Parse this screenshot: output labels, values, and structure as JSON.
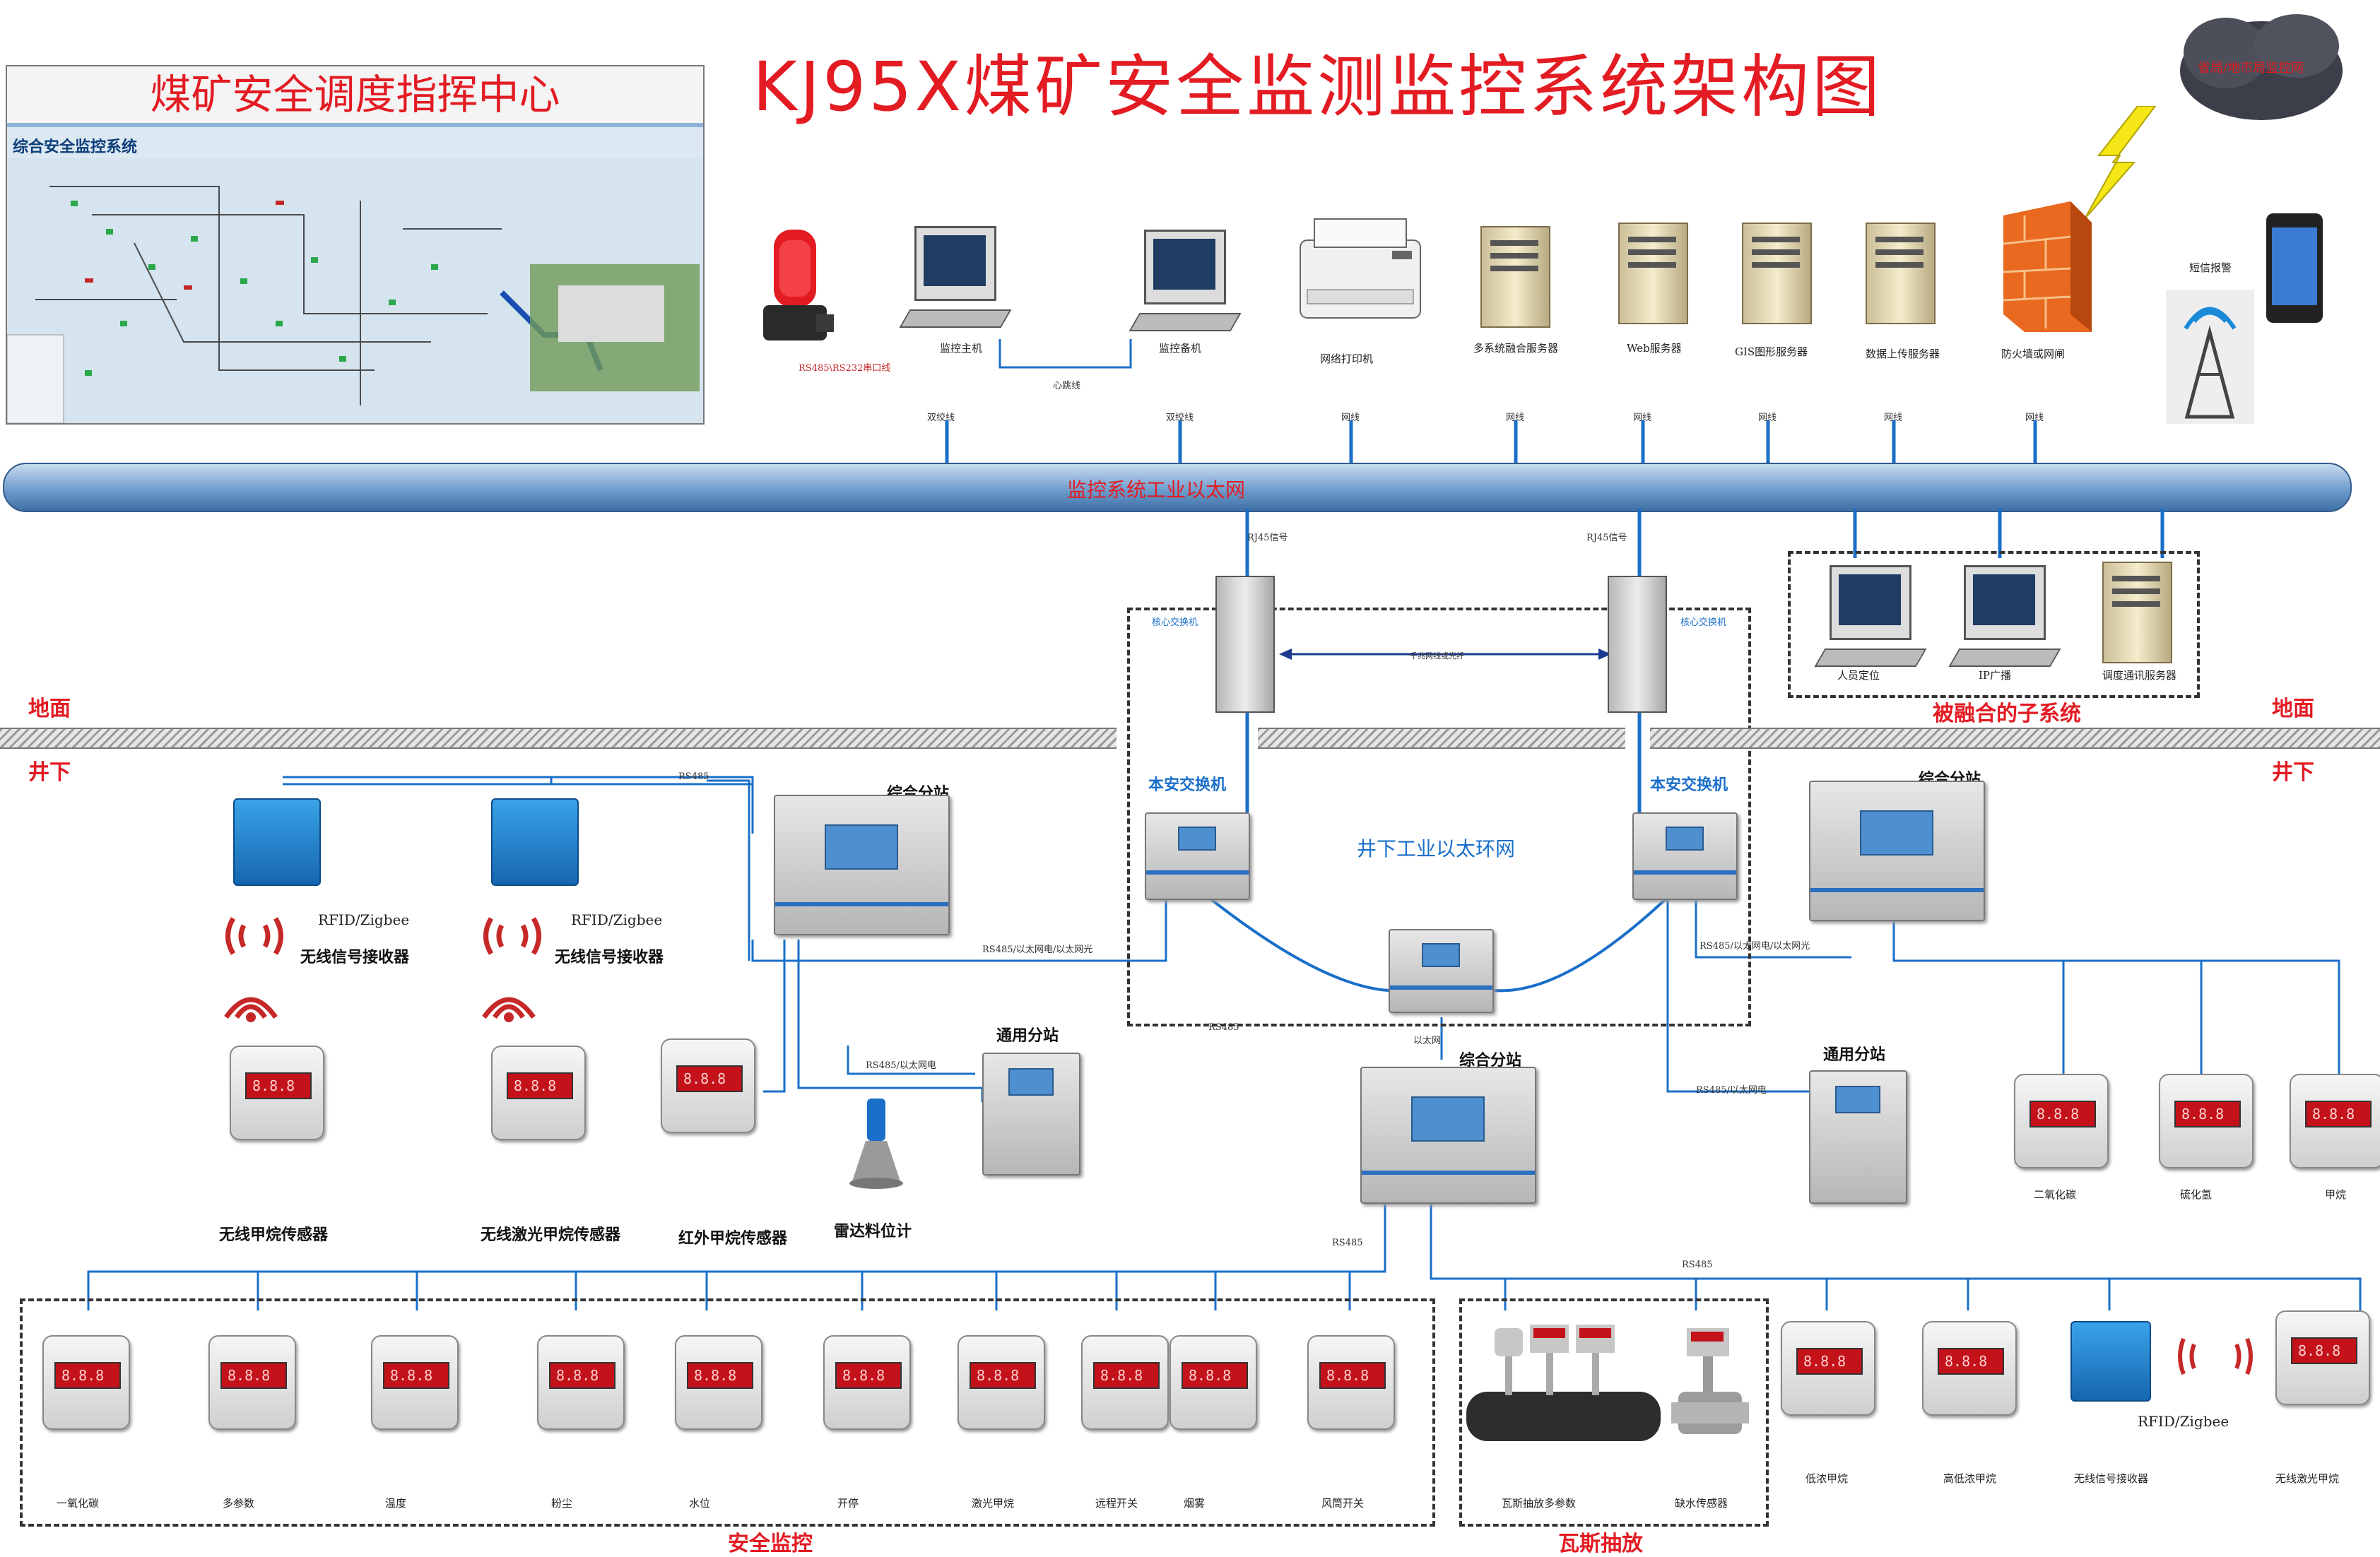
{
  "title": "KJ95X煤矿安全监测监控系统架构图",
  "screen": {
    "title": "煤矿安全调度指挥中心",
    "subtitle": "综合安全监控系统"
  },
  "network": {
    "ethernet_label": "监控系统工业以太网",
    "ring_label": "井下工业以太环网",
    "rj45_left": "RJ45信号",
    "rj45_right": "RJ45信号",
    "core_switch_left": "核心交换机",
    "core_switch_right": "核心交换机",
    "switch_link": "千兆网线或光纤",
    "safe_switch_left": "本安交换机",
    "safe_switch_right": "本安交换机",
    "ethernet_small": "以太网"
  },
  "ground": {
    "surface_left": "地面",
    "surface_right": "地面",
    "underground_left": "井下",
    "underground_right": "井下"
  },
  "top_devices": {
    "alarm_link": "RS485\\RS232串口线",
    "host": "监控主机",
    "backup": "监控备机",
    "heartbeat": "心跳线",
    "printer": "网络打印机",
    "fusion_server": "多系统融合服务器",
    "web_server": "Web服务器",
    "gis_server": "GIS图形服务器",
    "upload_server": "数据上传服务器",
    "firewall": "防火墙或网闸",
    "sms": "短信报警",
    "cloud": "省局/地市局监控网",
    "line_host": "双绞线",
    "line_backup": "双绞线",
    "line_print": "网线",
    "line_fusion": "网线",
    "line_web": "网线",
    "line_gis": "网线",
    "line_upload": "网线",
    "line_firewall": "网线"
  },
  "subsystems": {
    "title": "被融合的子系统",
    "personnel": "人员定位",
    "ip_broadcast": "IP广播",
    "dispatch_server": "调度通讯服务器"
  },
  "stations": {
    "station1": "综合分站",
    "station2": "综合分站",
    "station3": "综合分站",
    "general1": "通用分站",
    "general2": "通用分站"
  },
  "links": {
    "rs485_top": "RS485",
    "eth_left": "RS485/以太网电/以太网光",
    "eth_right": "RS485/以太网电/以太网光",
    "rs485_eth1": "RS485/以太网电",
    "rs485_eth2": "RS485/以太网电",
    "rs485_mid": "RS485",
    "rs485_bottom_left": "RS485",
    "rs485_bottom_right": "RS485"
  },
  "wireless": {
    "rfid1": "RFID/Zigbee",
    "receiver1": "无线信号接收器",
    "rfid2": "RFID/Zigbee",
    "receiver2": "无线信号接收器",
    "methane_wireless": "无线甲烷传感器",
    "laser_wireless": "无线激光甲烷传感器",
    "infrared": "红外甲烷传感器",
    "radar": "雷达料位计"
  },
  "right_sensors": {
    "co2": "二氧化碳",
    "h2s": "硫化氢",
    "ch4": "甲烷"
  },
  "safety_monitoring": {
    "title": "安全监控",
    "items": [
      "一氧化碳",
      "多参数",
      "温度",
      "粉尘",
      "水位",
      "开停",
      "激光甲烷",
      "远程开关",
      "烟雾",
      "风筒开关"
    ]
  },
  "gas_drainage": {
    "title": "瓦斯抽放",
    "items": [
      "瓦斯抽放多参数",
      "缺水传感器"
    ]
  },
  "bottom_right": {
    "low_methane": "低浓甲烷",
    "high_low_methane": "高低浓甲烷",
    "receiver": "无线信号接收器",
    "rfid": "RFID/Zigbee",
    "laser_wireless": "无线激光甲烷"
  },
  "colors": {
    "accent_red": "#e31b23",
    "line_blue": "#1a6fc9",
    "pipe_blue": "#6f9dcc"
  }
}
